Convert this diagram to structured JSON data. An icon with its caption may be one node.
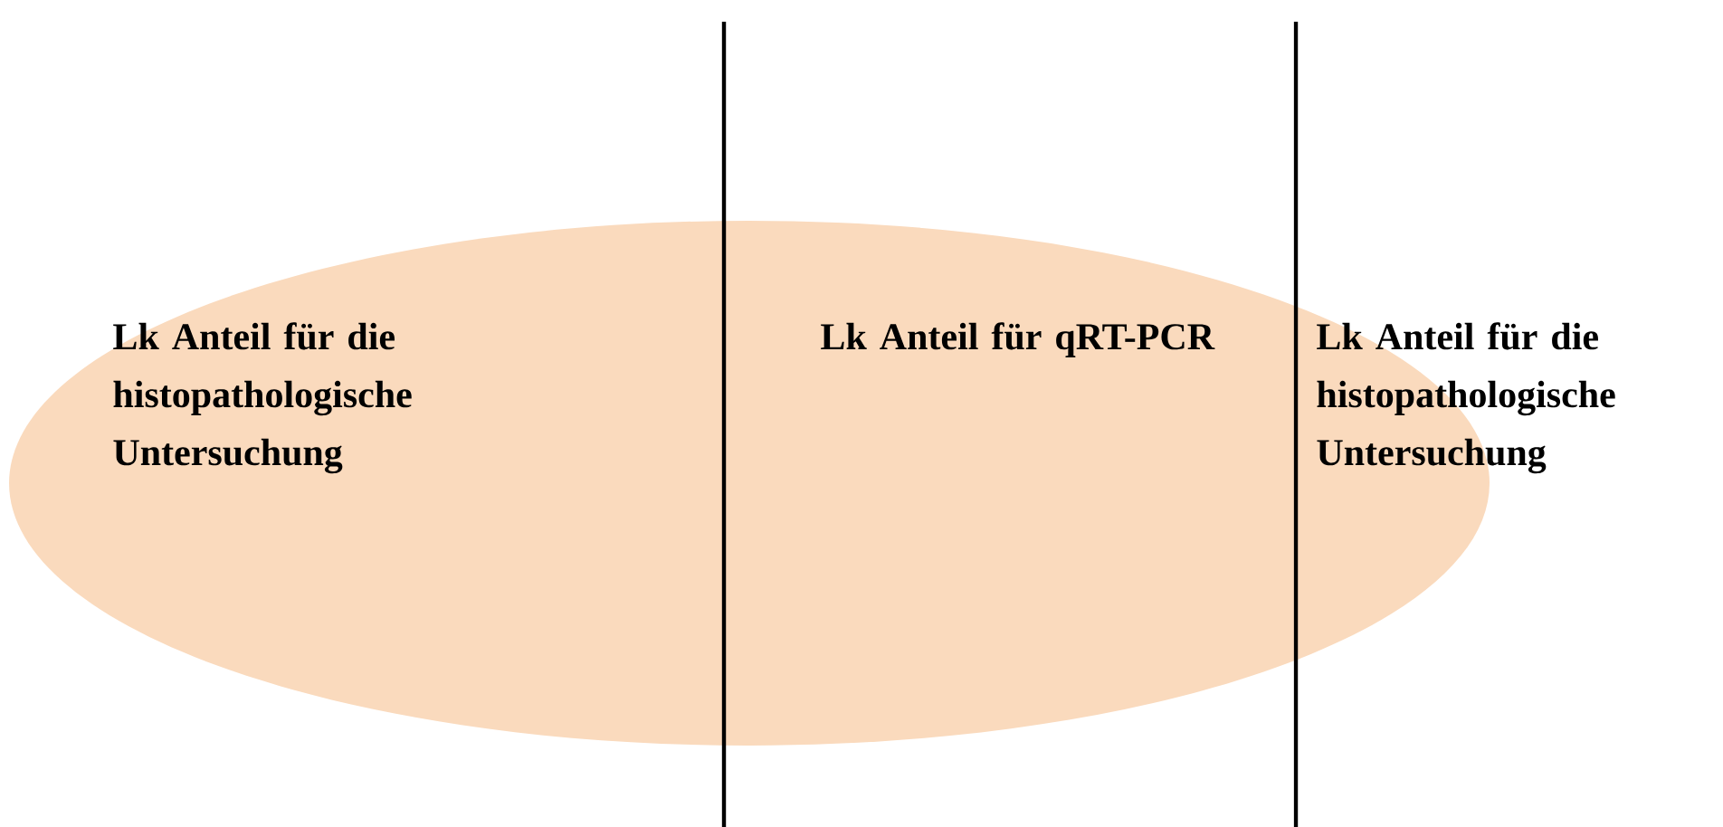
{
  "diagram": {
    "nodes": [
      {
        "text": [
          "Lk Anteil für die histopathologische Untersuchung",
          "Lk Anteil für qRT-PCR",
          "Lk Anteil für die histopathologische Untersuchung"
        ]
      }
    ]
  }
}
